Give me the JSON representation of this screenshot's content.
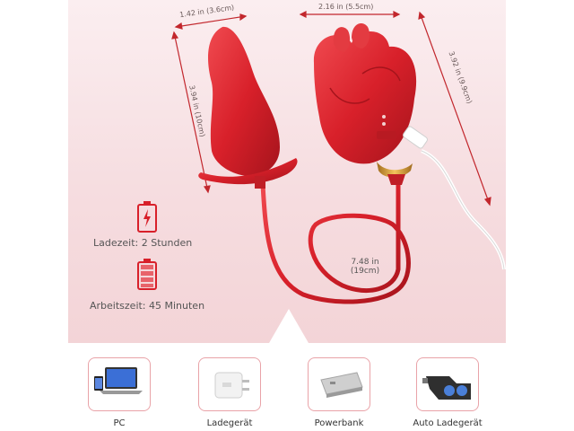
{
  "dimensions": {
    "plug_width": "1.42 in (3.6cm)",
    "plug_height": "3.94 in (10cm)",
    "rose_width": "2.16 in (5.5cm)",
    "rose_height": "3.92 in (9.9cm)",
    "cable_length_line1": "7.48 in",
    "cable_length_line2": "(19cm)"
  },
  "battery": {
    "charge_label": "Ladezeit: 2 Stunden",
    "work_label": "Arbeitszeit: 45 Minuten"
  },
  "charging_options": [
    {
      "label": "PC",
      "icon": "laptop-icon"
    },
    {
      "label": "Ladegerät",
      "icon": "wall-charger-icon"
    },
    {
      "label": "Powerbank",
      "icon": "powerbank-icon"
    },
    {
      "label": "Auto Ladegerät",
      "icon": "car-charger-icon"
    }
  ],
  "colors": {
    "product_red": "#d8202a",
    "accent_pink": "#e9a3a8",
    "panel_pink": "#f6dde0"
  }
}
